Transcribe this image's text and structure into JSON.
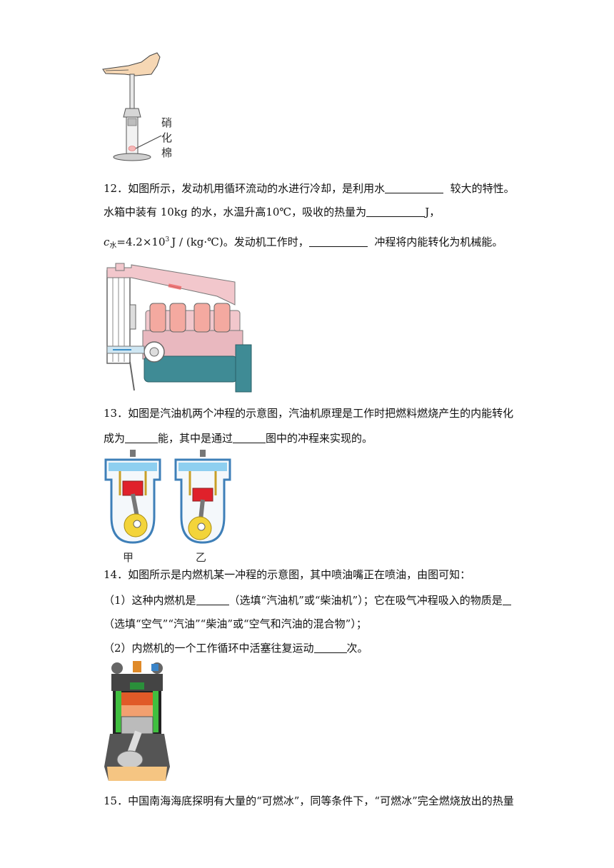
{
  "fig11": {
    "label_chars": [
      "硝",
      "化",
      "棉"
    ]
  },
  "q12": {
    "line1_a": "12．如图所示，发动机用循环流动的水进行冷却，是利用水",
    "line1_b": "较大的特性。",
    "line2_a": "水箱中装有 10kg 的水，水温升高10℃，吸收的热量为",
    "line2_b": "J，",
    "line3_c": "c",
    "line3_sub": "水",
    "line3_val": "=4.2×10",
    "line3_exp": "3",
    "line3_unit": "J / (kg·℃)",
    "line3_b": "。发动机工作时，",
    "line3_c2": "冲程将内能转化为机械能。"
  },
  "q13": {
    "line1": "13．如图是汽油机两个冲程的示意图，汽油机原理是工作时把燃料燃烧产生的内能转化",
    "line2_a": "成为",
    "line2_b": "能，其中是通过",
    "line2_c": "图中的冲程来实现的。",
    "label_a": "甲",
    "label_b": "乙"
  },
  "q14": {
    "line1": "14．如图所示是内燃机某一冲程的示意图，其中喷油嘴正在喷油，由图可知：",
    "line2_a": "（1）这种内燃机是",
    "line2_b": "（选填“汽油机”或“柴油机”）；它在吸气冲程吸入的物质是",
    "line3": "（选填“空气”“汽油”“柴油”或“空气和汽油的混合物”）；",
    "line4_a": "（2）内燃机的一个工作循环中活塞往复运动",
    "line4_b": "次。"
  },
  "q15": {
    "line1": "15．中国南海海底探明有大量的“可燃冰”，同等条件下，“可燃冰”完全燃烧放出的热量"
  },
  "colors": {
    "engine_body": "#3f8b95",
    "cylinder": "#f4a9a0",
    "coolant": "#f2c7cc",
    "piston": "#e0212b",
    "gear": "#f3d43a",
    "oil": "#f5c582"
  }
}
